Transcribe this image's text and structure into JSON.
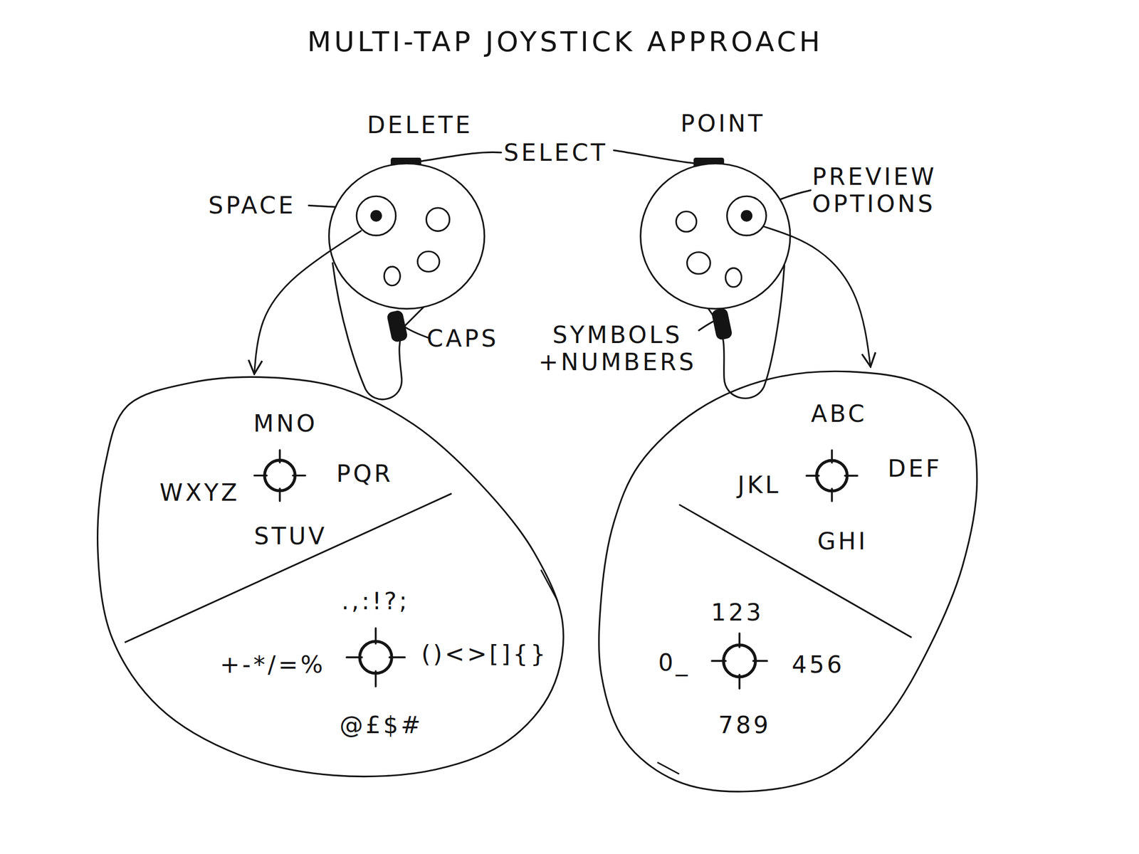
{
  "diagram": {
    "title": "MULTI-TAP JOYSTICK APPROACH",
    "nodes": [
      {
        "text": [
          "DELETE"
        ]
      },
      {
        "text": [
          "POINT"
        ]
      },
      {
        "text": []
      },
      {
        "text": [
          "MNO",
          "PQR",
          "STUV",
          "WXYZ"
        ],
        "in": 2
      },
      {
        "text": [
          ".,:!?;",
          "()<>[]{}",
          "@£$#",
          "+-*/=%"
        ],
        "in": 2
      },
      {
        "text": []
      },
      {
        "text": [
          "ABC",
          "DEF",
          "GHI",
          "JKL"
        ],
        "in": 5
      },
      {
        "text": [
          "123",
          "456",
          "789",
          "0_"
        ],
        "in": 5
      }
    ],
    "edges": [
      {
        "from": 0,
        "to": 2,
        "arrow": "to"
      },
      {
        "from": 1,
        "to": 5,
        "arrow": "to"
      }
    ],
    "labels": [
      "SELECT",
      "SPACE",
      "CAPS",
      "PREVIEW OPTIONS",
      "SYMBOLS +NUMBERS"
    ]
  }
}
